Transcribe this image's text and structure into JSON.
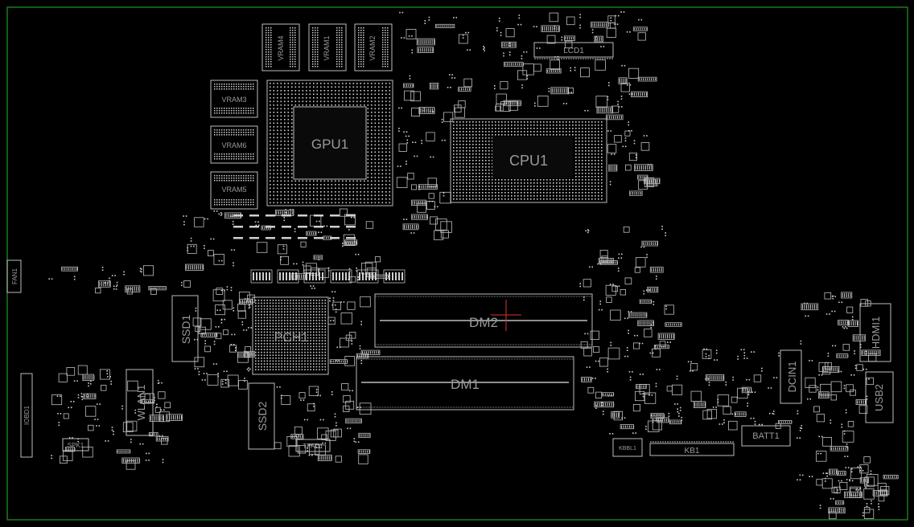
{
  "board": {
    "outline_color": "#1a7a1a",
    "component_color": "#bdbdbd",
    "label_color": "#9a9a9a",
    "pad_color": "#cfcfcf"
  },
  "components": {
    "vram4": "VRAM4",
    "vram1": "VRAM1",
    "vram2": "VRAM2",
    "vram3": "VRAM3",
    "vram6": "VRAM6",
    "vram5": "VRAM5",
    "gpu1": "GPU1",
    "cpu1": "CPU1",
    "lcd1": "LCD1",
    "fan1": "FAN1",
    "ssd1": "SSD1",
    "pch1": "PCH1",
    "dm2": "DM2",
    "dm1": "DM1",
    "ssd2": "SSD2",
    "tpad1": "TPAD1",
    "wlan1": "WLAN1",
    "iobd1": "IOBD1",
    "spk1": "SPK1",
    "kbbl1": "KBBL1",
    "kb1": "KB1",
    "batt1": "BATT1",
    "dcin1": "DCIN1",
    "hdmi1": "HDMI1",
    "usb2": "USB2"
  }
}
